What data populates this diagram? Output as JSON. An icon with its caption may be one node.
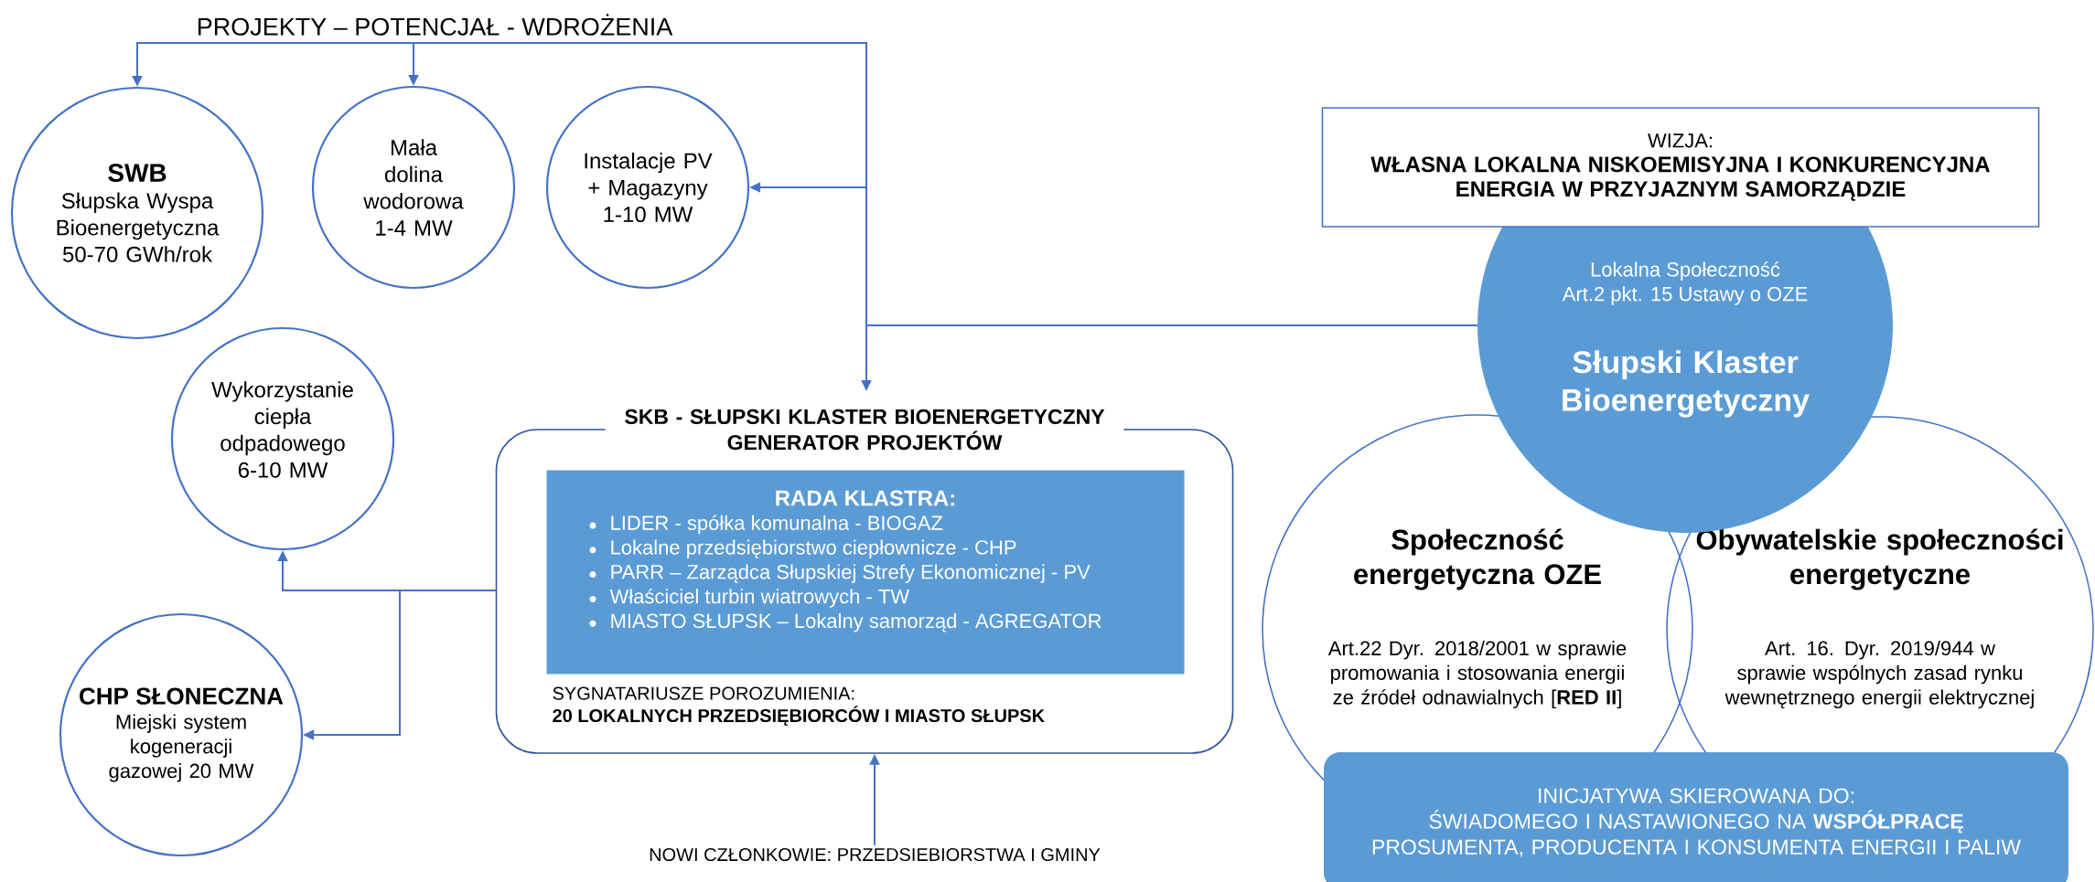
{
  "diagram": {
    "nodes": [
      {
        "text": [
          "SWB",
          "Słupska Wyspa Bioenergetyczna 50-70 GWh/rok"
        ]
      },
      {
        "text": [
          "Mała dolina wodorowa 1-4 MW"
        ]
      },
      {
        "text": [
          "Instalacje PV + Magazyny 1-10 MW"
        ]
      },
      {
        "text": [
          "Wykorzystanie ciepła odpadowego 6-10 MW"
        ]
      },
      {
        "text": [
          "CHP SŁONECZNA",
          "Miejski system kogeneracji gazowej 20 MW"
        ]
      },
      {
        "text": [
          "SKB - SŁUPSKI KLASTER BIOENERGETYCZNY GENERATOR PROJEKTÓW",
          "SYGNATARIUSZE POROZUMIENIA:",
          "20 LOKALNYCH PRZEDSIĘBIORCÓW I MIASTO SŁUPSK"
        ]
      },
      {
        "text": [
          "RADA KLASTRA:",
          "LIDER - spółka komunalna - BIOGAZ",
          "Lokalne przedsiębiorstwo ciepłownicze - CHP",
          "PARR – Zarządca Słupskiej Strefy Ekonomicznej - PV",
          "Właściciel turbin wiatrowych - TW",
          "MIASTO SŁUPSK – Lokalny samorząd - AGREGATOR"
        ],
        "in": 5
      },
      {
        "text": [
          "NOWI CZŁONKOWIE: PRZEDSIEBIORSTWA I GMINY"
        ]
      },
      {
        "text": [
          "WIZJA:",
          "WŁASNA LOKALNA NISKOEMISYJNA I KONKURENCYJNA ENERGIA W PRZYJAZNYM SAMORZĄDZIE"
        ]
      },
      {
        "text": [
          "Lokalna Społeczność",
          "Art.2 pkt. 15 Ustawy o OZE",
          "Słupski Klaster Bioenergetyczny"
        ]
      },
      {
        "text": [
          "Społeczność energetyczna OZE",
          "Art.22 Dyr. 2018/2001 w sprawie promowania i stosowania energii ze źródeł odnawialnych [**RED II**]"
        ]
      },
      {
        "text": [
          "Obywatelskie społeczności energetyczne",
          "Art. 16. Dyr. 2019/944 w sprawie wspólnych zasad rynku wewnętrznego energii elektrycznej"
        ]
      },
      {
        "text": [
          "INICJATYWA SKIEROWANA DO:",
          "ŚWIADOMEGO I NASTAWIONEGO NA **WSPÓŁPRACĘ** PROSUMENTA, PRODUCENTA I KONSUMENTA ENERGII I PALIW"
        ]
      }
    ],
    "edges": [
      {
        "from": 9,
        "to": 0,
        "arrow": "to"
      },
      {
        "from": 9,
        "to": 1,
        "arrow": "to"
      },
      {
        "from": 9,
        "to": 2,
        "arrow": "to"
      },
      {
        "from": 9,
        "to": 5,
        "arrow": "to"
      },
      {
        "from": 5,
        "to": 3,
        "arrow": "to"
      },
      {
        "from": 5,
        "to": 4,
        "arrow": "to"
      },
      {
        "from": 7,
        "to": 5,
        "arrow": "to"
      }
    ],
    "labels": [
      "PROJEKTY – POTENCJAŁ - WDROŻENIA"
    ]
  }
}
